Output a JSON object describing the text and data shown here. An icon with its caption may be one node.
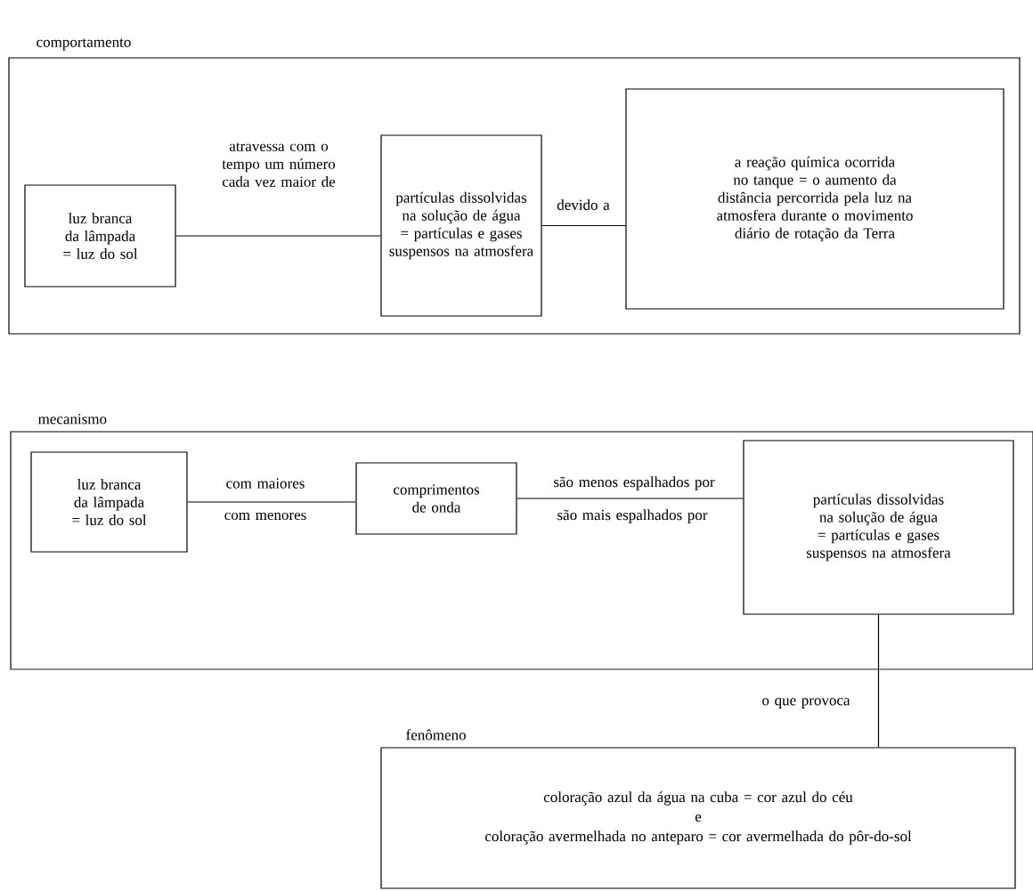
{
  "diagram": {
    "nodes": [
      {
        "text": [
          "comportamento"
        ]
      },
      {
        "text": [
          "luz branca da lâmpada = luz do sol"
        ],
        "in": 0
      },
      {
        "text": [
          "partículas dissolvidas na solução de água = partículas e gases suspensos na atmosfera"
        ],
        "in": 0
      },
      {
        "text": [
          "a reação química ocorrida no tanque = o aumento da distância percorrida pela luz na atmosfera durante o movimento diário de rotação da Terra"
        ],
        "in": 0
      },
      {
        "text": [
          "mecanismo"
        ]
      },
      {
        "text": [
          "luz branca da lâmpada = luz do sol"
        ],
        "in": 4
      },
      {
        "text": [
          "comprimentos de onda"
        ],
        "in": 4
      },
      {
        "text": [
          "partículas dissolvidas na solução de água = partículas e gases suspensos na atmosfera"
        ],
        "in": 4
      },
      {
        "text": [
          "fenômeno",
          "coloração azul da água na cuba = cor azul do céu",
          "e",
          "coloração avermelhada no anteparo = cor avermelhada do pôr-do-sol"
        ]
      }
    ],
    "edges": [
      {
        "from": 1,
        "to": 2,
        "arrow": "none",
        "label": "atravessa com o tempo um número cada vez maior de"
      },
      {
        "from": 2,
        "to": 3,
        "arrow": "none",
        "label": "devido a"
      },
      {
        "from": 5,
        "to": 6,
        "arrow": "none",
        "label": "com maiores"
      },
      {
        "from": 6,
        "to": 7,
        "arrow": "none",
        "label": "são menos espalhados por"
      },
      {
        "from": 7,
        "to": 8,
        "arrow": "none",
        "label": "o que provoca"
      }
    ],
    "labels": [
      "com menores",
      "são mais espalhados por"
    ]
  }
}
